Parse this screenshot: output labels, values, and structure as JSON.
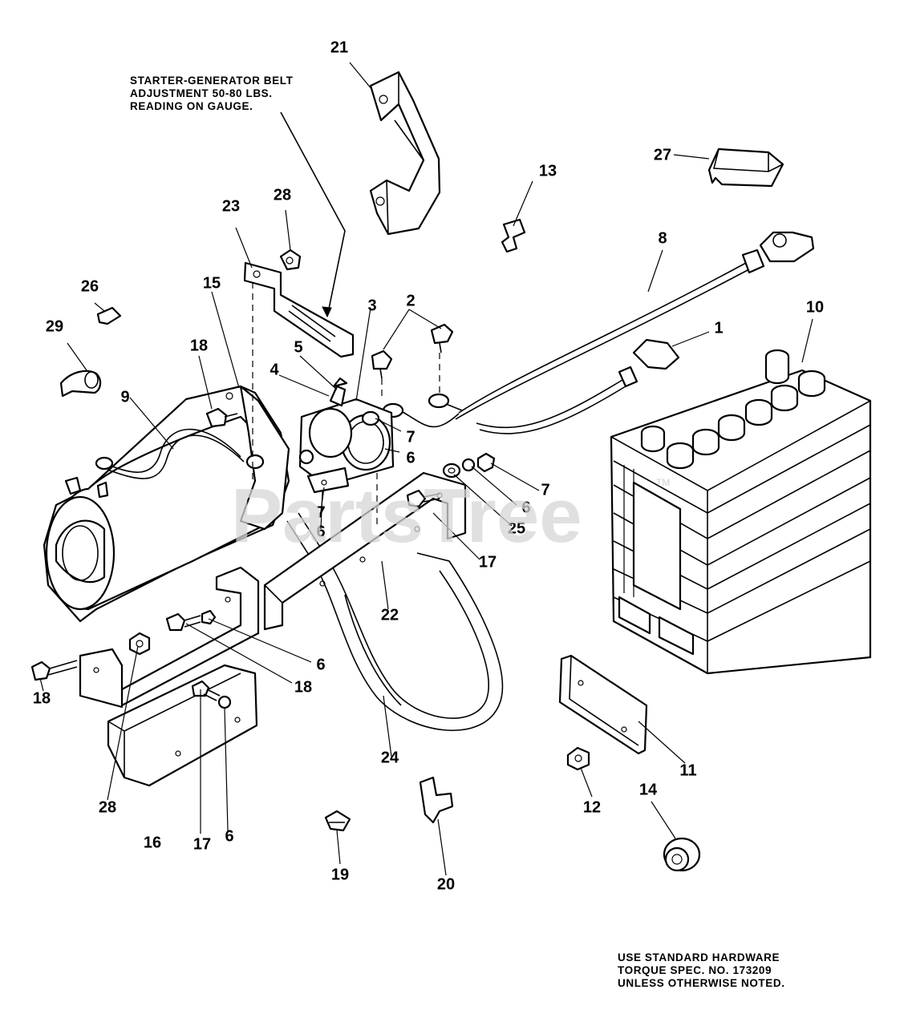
{
  "notes": {
    "belt_adjust": [
      "STARTER-GENERATOR BELT",
      "ADJUSTMENT 50-80 LBS.",
      "READING ON GAUGE."
    ],
    "hardware": [
      "USE STANDARD HARDWARE",
      "TORQUE SPEC. NO. 173209",
      "UNLESS OTHERWISE NOTED."
    ]
  },
  "watermark": {
    "text": "PartsTree",
    "trademark": "TM"
  },
  "callouts": {
    "c1": "1",
    "c2": "2",
    "c3": "3",
    "c4": "4",
    "c5": "5",
    "c6a": "6",
    "c6b": "6",
    "c6c": "6",
    "c6d": "6",
    "c6e": "6",
    "c7a": "7",
    "c7b": "7",
    "c7c": "7",
    "c8": "8",
    "c9": "9",
    "c10": "10",
    "c11": "11",
    "c12": "12",
    "c13": "13",
    "c14": "14",
    "c15": "15",
    "c16": "16",
    "c17a": "17",
    "c17b": "17",
    "c18a": "18",
    "c18b": "18",
    "c18c": "18",
    "c19": "19",
    "c20": "20",
    "c21": "21",
    "c22": "22",
    "c23": "23",
    "c24": "24",
    "c25": "25",
    "c26": "26",
    "c27": "27",
    "c28a": "28",
    "c28b": "28",
    "c29": "29"
  }
}
